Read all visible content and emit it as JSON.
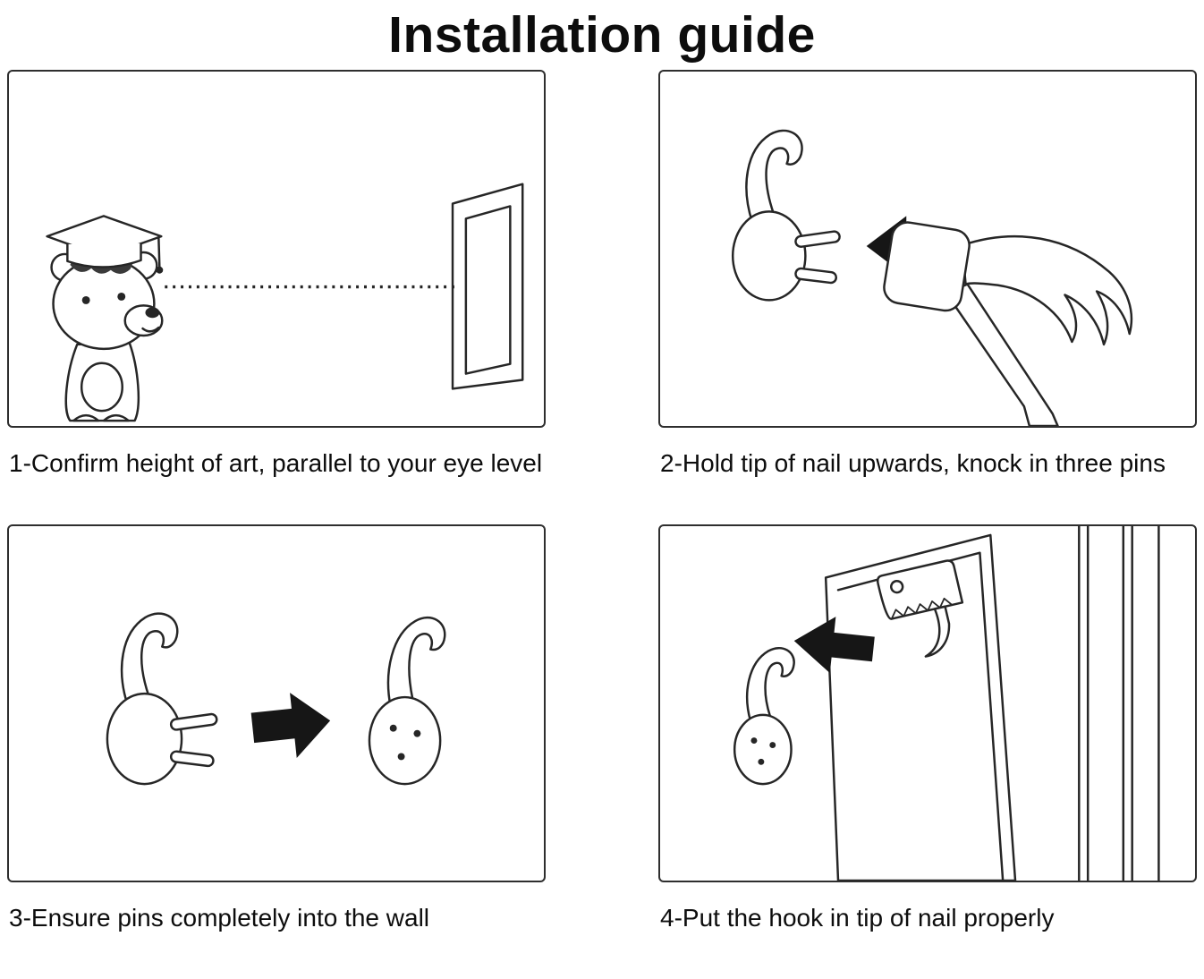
{
  "page": {
    "title": "Installation guide"
  },
  "steps": [
    {
      "id": 1,
      "caption": "1-Confirm height of art, parallel to your eye level",
      "illustration": "bear-eye-level"
    },
    {
      "id": 2,
      "caption": "2-Hold tip of nail upwards, knock in three pins",
      "illustration": "hammer-knock-pins"
    },
    {
      "id": 3,
      "caption": "3-Ensure pins completely into the wall",
      "illustration": "pins-into-wall"
    },
    {
      "id": 4,
      "caption": "4-Put the hook in tip of nail properly",
      "illustration": "hang-frame-on-hook"
    }
  ],
  "colors": {
    "line": "#262626",
    "arrow": "#161616",
    "background": "#ffffff"
  }
}
